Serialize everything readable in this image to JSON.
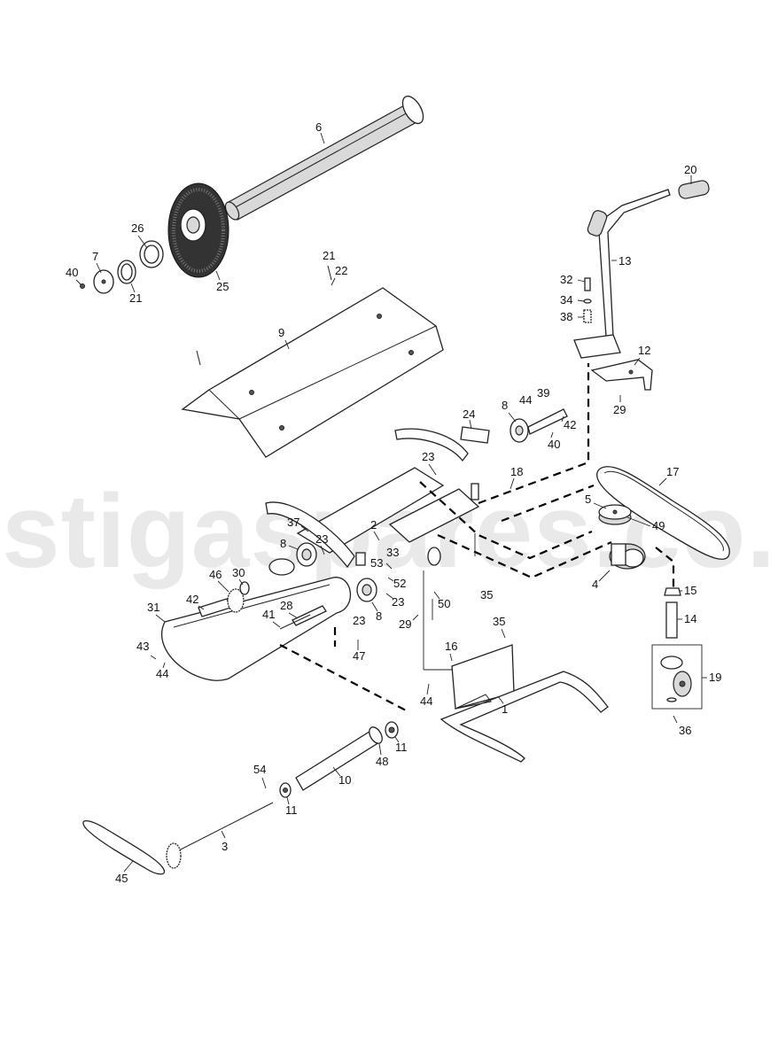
{
  "watermark": "stigaspares.co.uk",
  "labels": {
    "p1": "1",
    "p2": "2",
    "p3": "3",
    "p4": "4",
    "p5": "5",
    "p6": "6",
    "p7": "7",
    "p8a": "8",
    "p8b": "8",
    "p8c": "8",
    "p9": "9",
    "p10": "10",
    "p11a": "11",
    "p11b": "11",
    "p12": "12",
    "p13": "13",
    "p14": "14",
    "p15": "15",
    "p16": "16",
    "p17": "17",
    "p18": "18",
    "p19": "19",
    "p20": "20",
    "p21a": "21",
    "p21b": "21",
    "p22": "22",
    "p23a": "23",
    "p23b": "23",
    "p23c": "23",
    "p23d": "23",
    "p24": "24",
    "p25": "25",
    "p26": "26",
    "p28": "28",
    "p29a": "29",
    "p29b": "29",
    "p30": "30",
    "p31": "31",
    "p32": "32",
    "p33": "33",
    "p34": "34",
    "p35a": "35",
    "p35b": "35",
    "p36": "36",
    "p37": "37",
    "p38": "38",
    "p39": "39",
    "p40a": "40",
    "p40b": "40",
    "p41": "41",
    "p42a": "42",
    "p42b": "42",
    "p43": "43",
    "p44a": "44",
    "p44b": "44",
    "p44c": "44",
    "p45": "45",
    "p46": "46",
    "p47": "47",
    "p48": "48",
    "p49": "49",
    "p50": "50",
    "p52": "52",
    "p53": "53",
    "p54": "54"
  }
}
